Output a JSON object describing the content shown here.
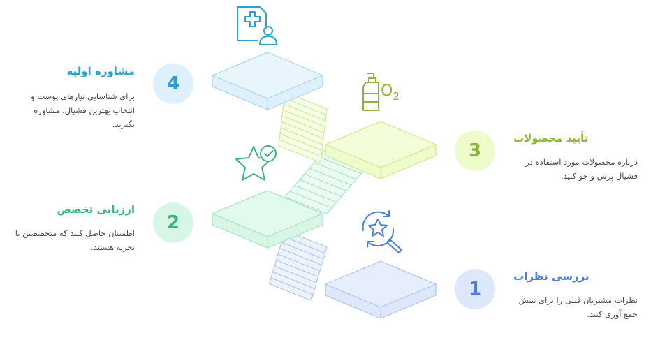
{
  "colors": {
    "blue": "#dde8fc",
    "blue_stroke": "#aec6f2",
    "blue_text": "#4a7fd6",
    "green": "#d8f6e6",
    "green_stroke": "#a5e3c4",
    "green_text": "#38b77a",
    "lime": "#eefccb",
    "lime_stroke": "#cdeb8c",
    "lime_text": "#8cb43a",
    "cyan": "#def0fb",
    "cyan_stroke": "#a9d6f2",
    "cyan_text": "#2d9fd6"
  },
  "steps": [
    {
      "number": "1",
      "title": "بررسی نظرات",
      "description": "نظرات مشتریان قبلی را برای بینش جمع آوری کنید.",
      "icon": "magnifier-star-icon"
    },
    {
      "number": "2",
      "title": "ارزیابی تخصص",
      "description": "اطمینان حاصل کنید که متخصصین با تجربه هستند.",
      "icon": "star-check-icon"
    },
    {
      "number": "3",
      "title": "تأیید محصولات",
      "description": "درباره محصولات مورد استفاده در فشیال پرس و جو کنید.",
      "icon": "bottle-o2-icon",
      "icon_label": "O2"
    },
    {
      "number": "4",
      "title": "مشاوره اولیه",
      "description": "برای شناسایی نیازهای پوست و انتخاب بهترین فشیال، مشاوره بگیرید.",
      "icon": "medical-user-icon"
    }
  ]
}
